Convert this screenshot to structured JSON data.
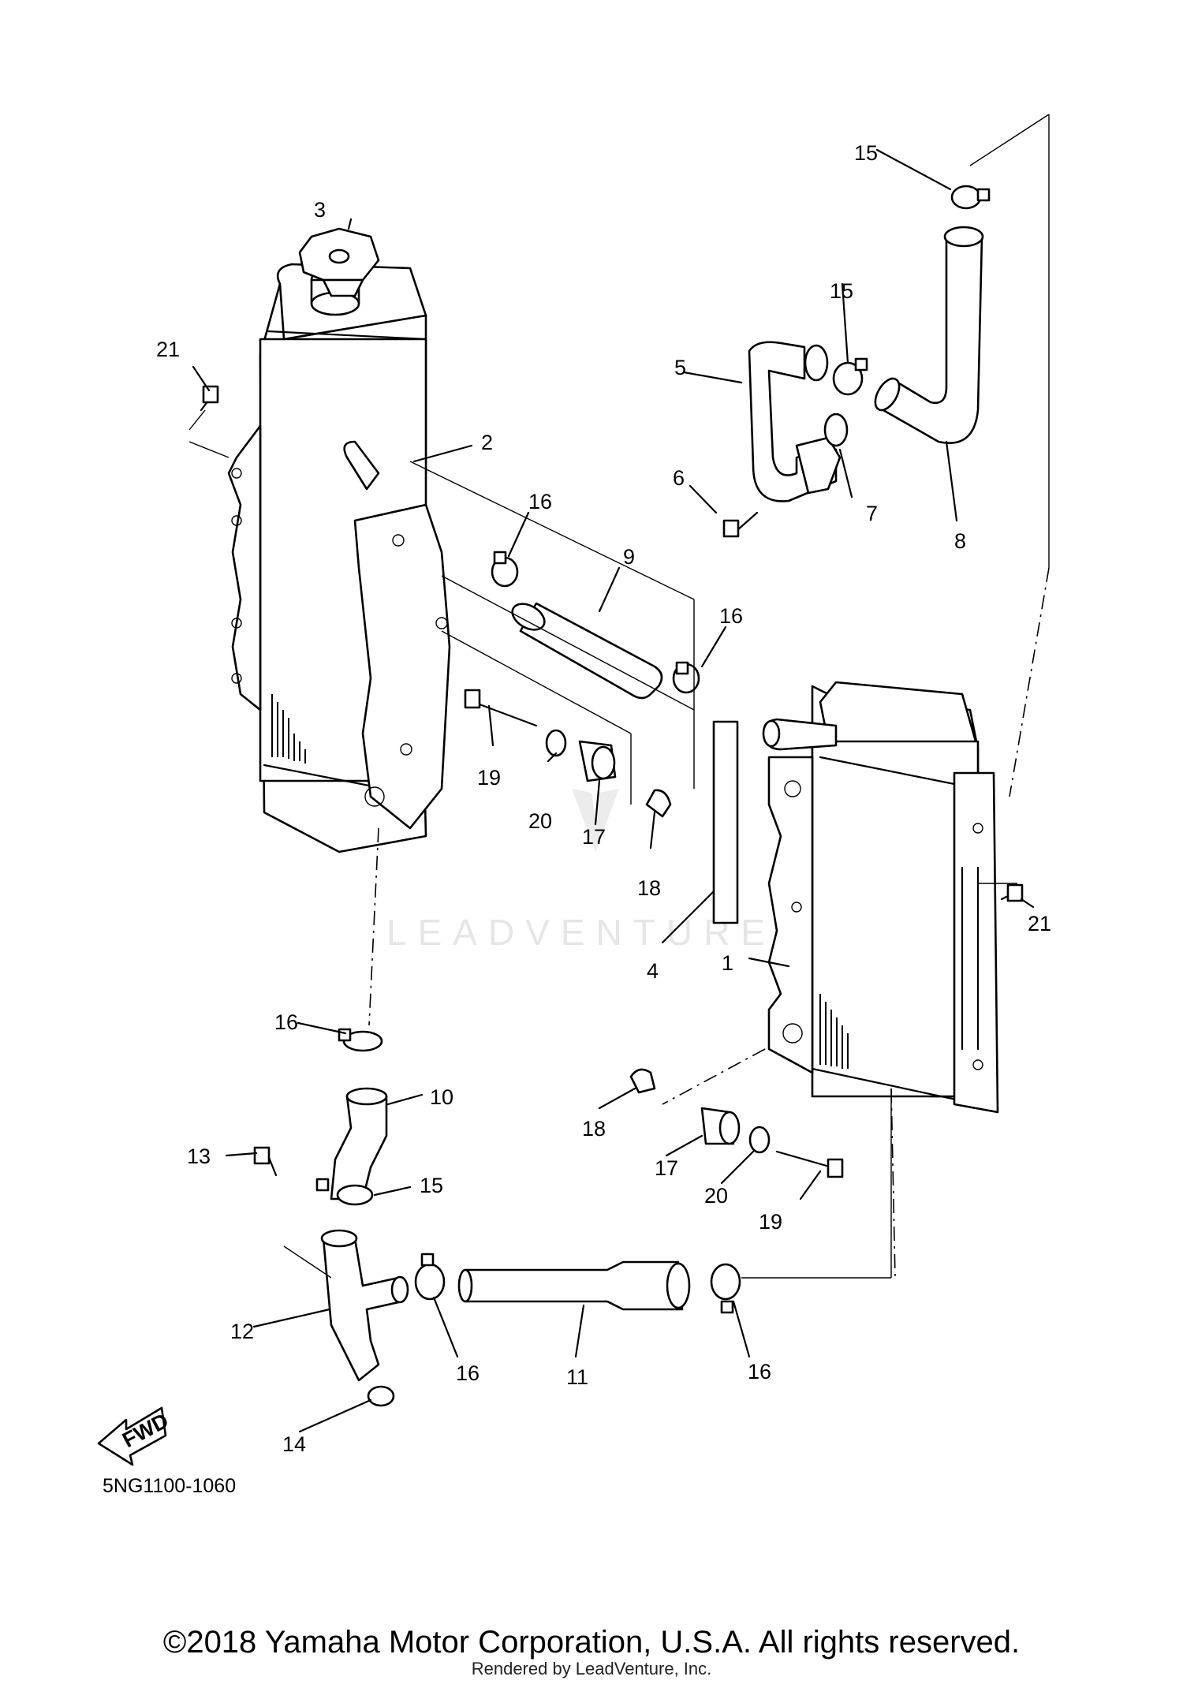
{
  "diagram": {
    "diagram_code": "5NG1100-1060",
    "fwd_label": "FWD",
    "watermark": "LEADVENTURE",
    "callouts": [
      {
        "id": "1",
        "text": "1"
      },
      {
        "id": "2",
        "text": "2"
      },
      {
        "id": "3",
        "text": "3"
      },
      {
        "id": "4",
        "text": "4"
      },
      {
        "id": "5",
        "text": "5"
      },
      {
        "id": "6",
        "text": "6"
      },
      {
        "id": "7",
        "text": "7"
      },
      {
        "id": "8",
        "text": "8"
      },
      {
        "id": "9",
        "text": "9"
      },
      {
        "id": "10",
        "text": "10"
      },
      {
        "id": "11",
        "text": "11"
      },
      {
        "id": "12",
        "text": "12"
      },
      {
        "id": "13",
        "text": "13"
      },
      {
        "id": "14",
        "text": "14"
      },
      {
        "id": "15a",
        "text": "15"
      },
      {
        "id": "15b",
        "text": "15"
      },
      {
        "id": "15c",
        "text": "15"
      },
      {
        "id": "16a",
        "text": "16"
      },
      {
        "id": "16b",
        "text": "16"
      },
      {
        "id": "16c",
        "text": "16"
      },
      {
        "id": "16d",
        "text": "16"
      },
      {
        "id": "16e",
        "text": "16"
      },
      {
        "id": "17a",
        "text": "17"
      },
      {
        "id": "17b",
        "text": "17"
      },
      {
        "id": "18a",
        "text": "18"
      },
      {
        "id": "18b",
        "text": "18"
      },
      {
        "id": "19a",
        "text": "19"
      },
      {
        "id": "19b",
        "text": "19"
      },
      {
        "id": "20a",
        "text": "20"
      },
      {
        "id": "20b",
        "text": "20"
      },
      {
        "id": "21a",
        "text": "21"
      },
      {
        "id": "21b",
        "text": "21"
      }
    ]
  },
  "footer": {
    "copyright": "©2018 Yamaha Motor Corporation, U.S.A. All rights reserved.",
    "rendered_by": "Rendered by LeadVenture, Inc."
  }
}
